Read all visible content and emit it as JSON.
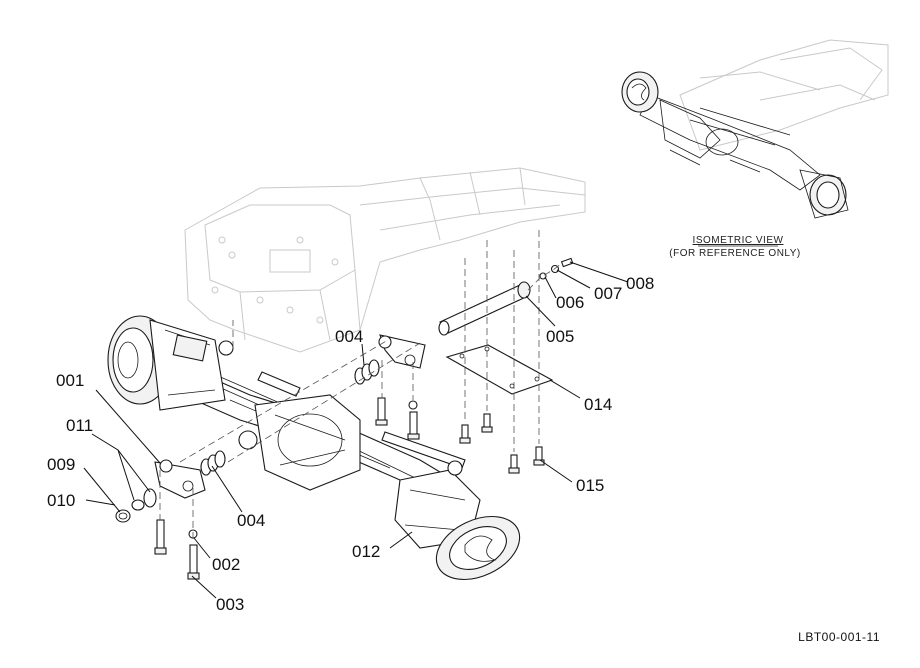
{
  "diagram": {
    "callouts": [
      {
        "id": "c001",
        "text": "001"
      },
      {
        "id": "c011",
        "text": "011"
      },
      {
        "id": "c009",
        "text": "009"
      },
      {
        "id": "c010",
        "text": "010"
      },
      {
        "id": "c004a",
        "text": "004"
      },
      {
        "id": "c004b",
        "text": "004"
      },
      {
        "id": "c002",
        "text": "002"
      },
      {
        "id": "c003",
        "text": "003"
      },
      {
        "id": "c012",
        "text": "012"
      },
      {
        "id": "c005",
        "text": "005"
      },
      {
        "id": "c006",
        "text": "006"
      },
      {
        "id": "c007",
        "text": "007"
      },
      {
        "id": "c008",
        "text": "008"
      },
      {
        "id": "c014",
        "text": "014"
      },
      {
        "id": "c015",
        "text": "015"
      }
    ],
    "isometric_view": {
      "title": "ISOMETRIC VIEW",
      "note": "(FOR REFERENCE ONLY)"
    },
    "drawing_code": "LBT00-001-11"
  }
}
